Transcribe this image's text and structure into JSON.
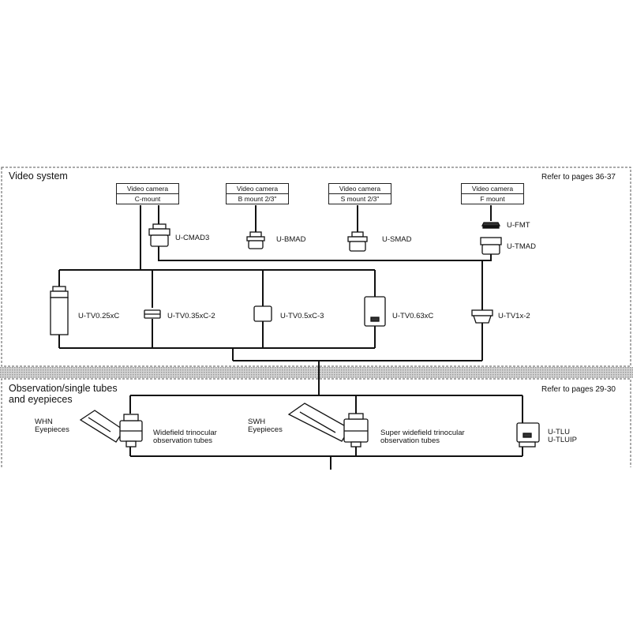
{
  "video": {
    "title": "Video system",
    "ref": "Refer to pages 36-37",
    "cameras": [
      {
        "top": "Video camera",
        "bottom": "C-mount"
      },
      {
        "top": "Video camera",
        "bottom": "B mount 2/3\""
      },
      {
        "top": "Video camera",
        "bottom": "S mount 2/3\""
      },
      {
        "top": "Video camera",
        "bottom": "F mount"
      }
    ],
    "mounts": [
      "U-CMAD3",
      "U-BMAD",
      "U-SMAD",
      "U-FMT",
      "U-TMAD"
    ],
    "adapters": [
      "U-TV0.25xC",
      "U-TV0.35xC-2",
      "U-TV0.5xC-3",
      "U-TV0.63xC",
      "U-TV1x-2"
    ]
  },
  "observation": {
    "title_line1": "Observation/single tubes",
    "title_line2": "and eyepieces",
    "ref": "Refer to pages 29-30",
    "whn_line1": "WHN",
    "whn_line2": "Eyepieces",
    "tube1_line1": "Widefield trinocular",
    "tube1_line2": "observation tubes",
    "swh_line1": "SWH",
    "swh_line2": "Eyepieces",
    "tube2_line1": "Super widefield trinocular",
    "tube2_line2": "observation tubes",
    "tlu_line1": "U-TLU",
    "tlu_line2": "U-TLUIP"
  }
}
